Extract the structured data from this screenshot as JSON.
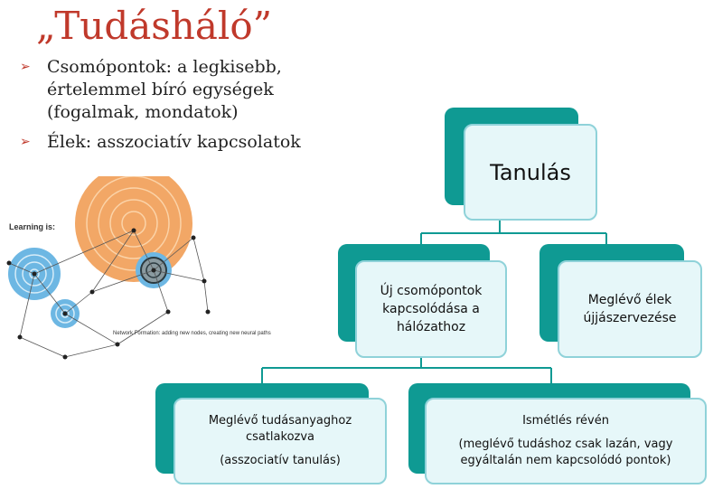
{
  "slide": {
    "title": "„Tudásháló”",
    "bullets": [
      "Csomópontok: a legkisebb, értelemmel bíró egységek (fogalmak, mondatok)",
      "Élek: asszociatív kapcsolatok"
    ],
    "bullet_marker": "➢"
  },
  "illustration": {
    "label_learning": "Learning is:",
    "label_network": "Network Formation: adding new nodes, creating new neural paths"
  },
  "diagram": {
    "root": "Tanulás",
    "child_left": [
      "Új csomópontok",
      "kapcsolódása a",
      "hálózathoz"
    ],
    "child_right": [
      "Meglévő élek",
      "újjászervezése"
    ],
    "grand_left": [
      "Meglévő tudásanyaghoz",
      "csatlakozva",
      "(asszociatív tanulás)"
    ],
    "grand_right": [
      "Ismétlés révén",
      "(meglévő tudáshoz csak lazán, vagy",
      "egyáltalán nem kapcsolódó pontok)"
    ]
  },
  "colors": {
    "title": "#c0392b",
    "node_back": "#0f9a93",
    "node_front": "#e6f7f9",
    "node_border": "#8fd2d9",
    "connector": "#0f9a93",
    "orange_circle": "#f0a35f",
    "blue_circle": "#6bb6e2"
  }
}
